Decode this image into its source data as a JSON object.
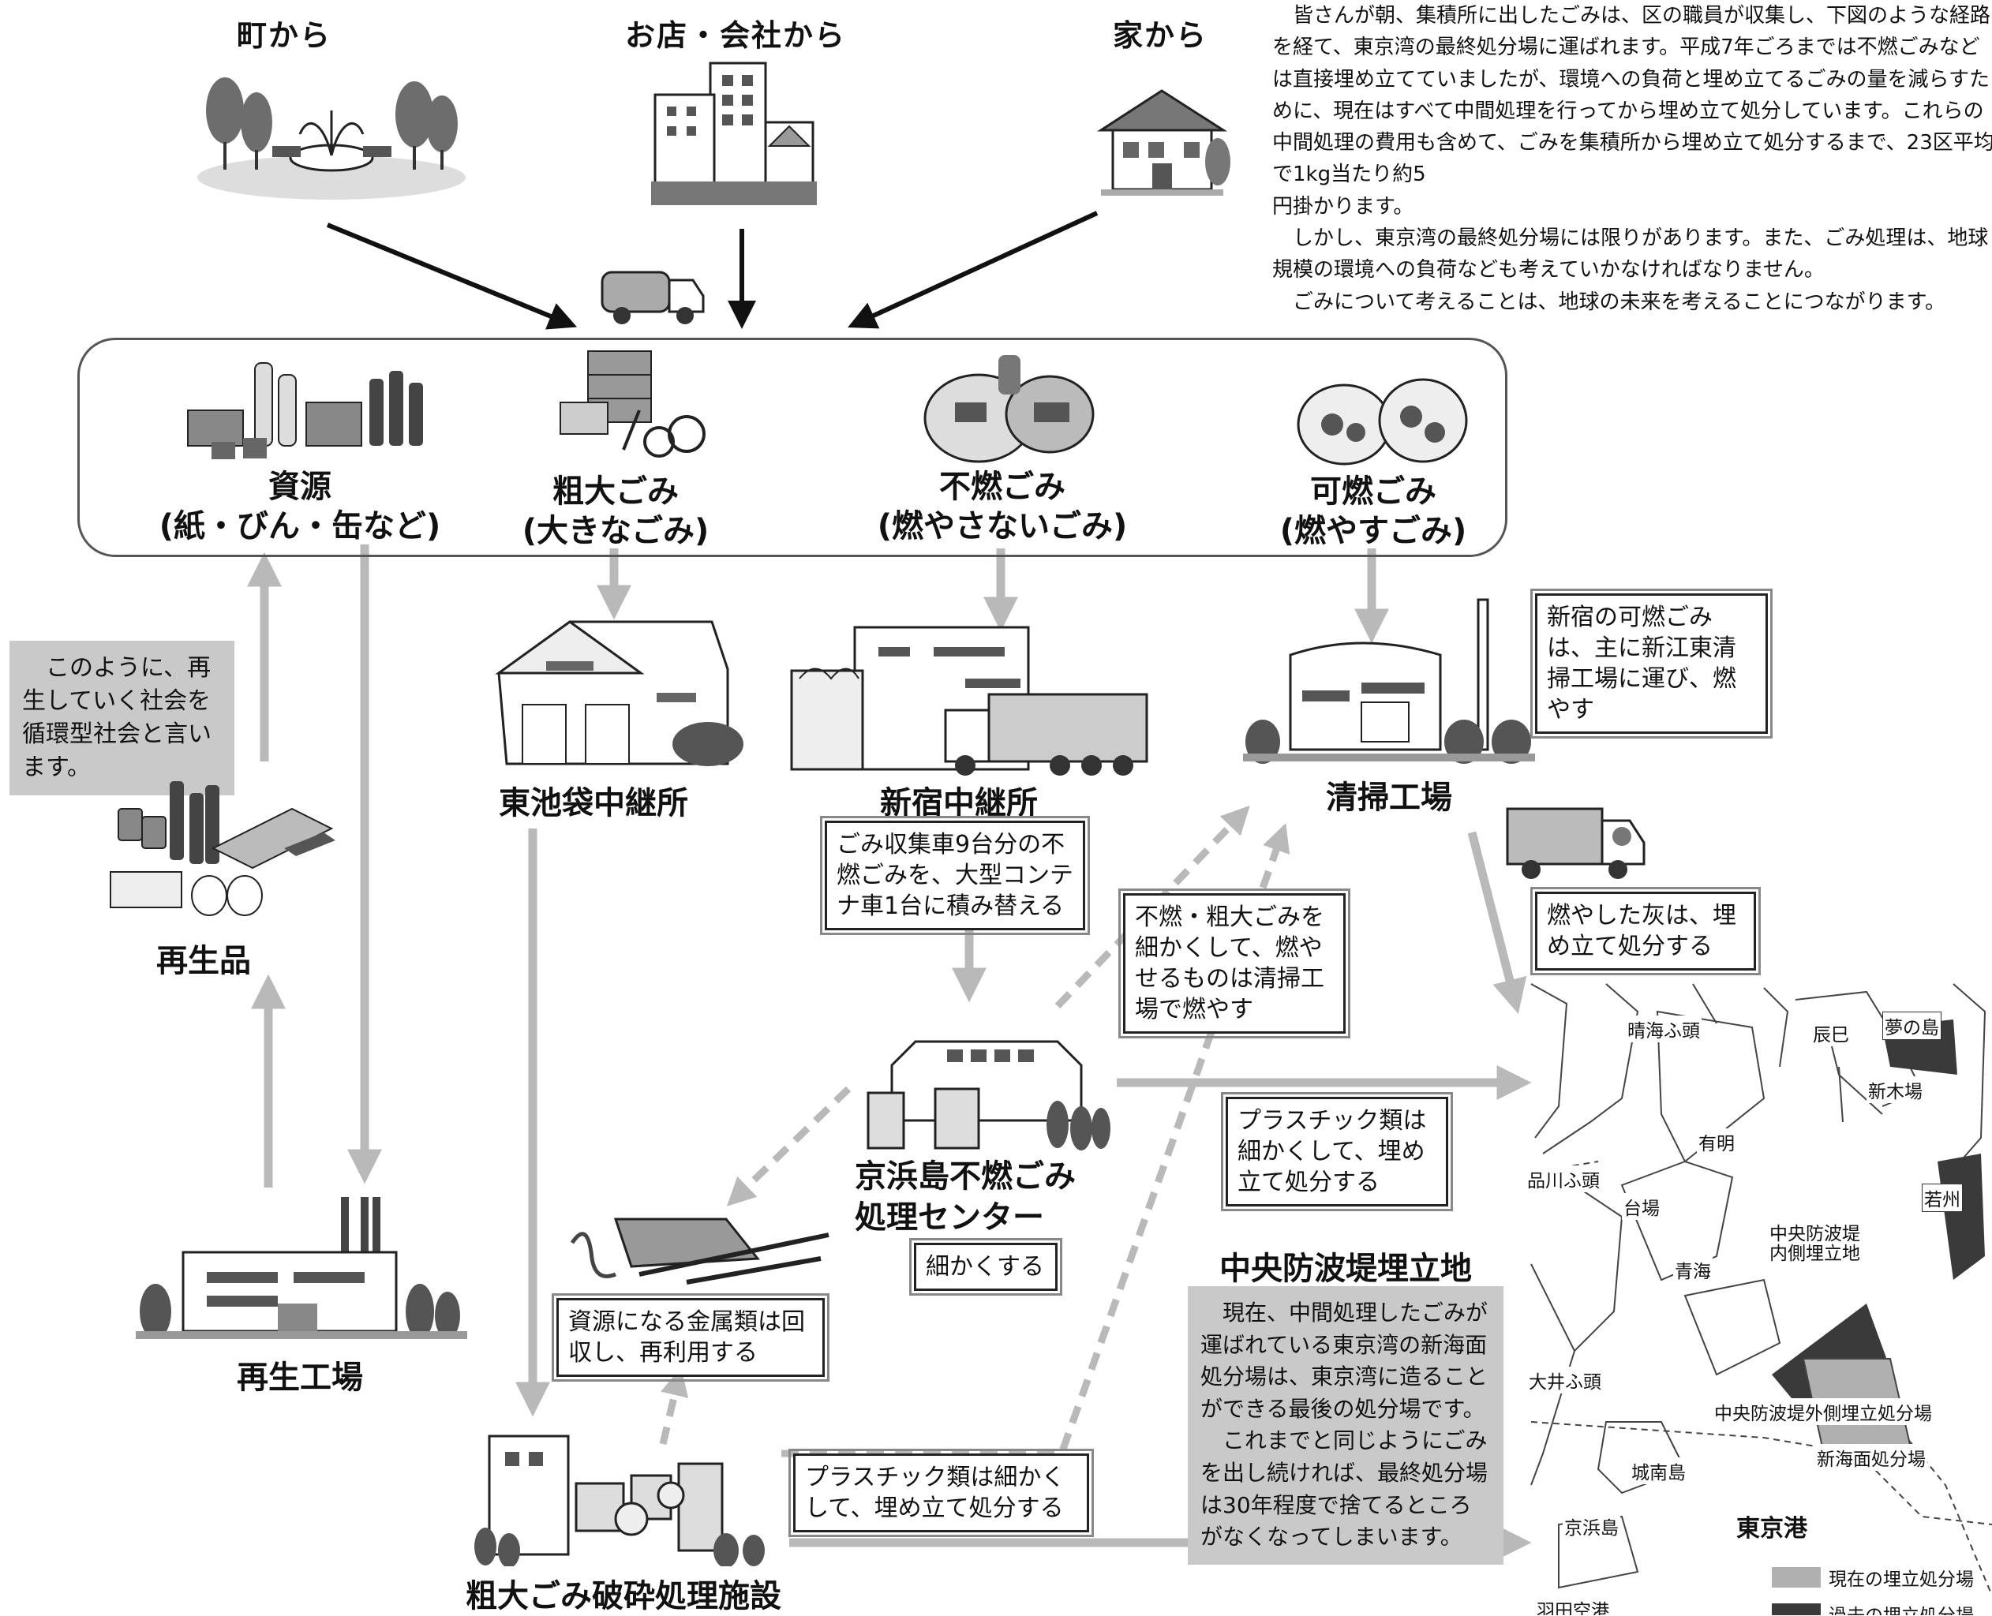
{
  "sources": {
    "town": "町から",
    "shops": "お店・会社から",
    "home": "家から"
  },
  "intro_paragraphs": [
    "皆さんが朝、集積所に出したごみは、区の職員が収集し、下図のような経路を経て、東京湾の最終処分場に運ばれます。平成7年ごろまでは不燃ごみなどは直接埋め立てていましたが、環境への負荷と埋め立てるごみの量を減らすために、現在はすべて中間処理を行ってから埋め立て処分しています。これらの中間処理の費用も含めて、ごみを集積所から埋め立て処分するまで、23区平均で1kg当たり約5",
    "円掛かります。",
    "しかし、東京湾の最終処分場には限りがあります。また、ごみ処理は、地球規模の環境への負荷なども考えていかなければなりません。",
    "ごみについて考えることは、地球の未来を考えることにつながります。"
  ],
  "categories": {
    "resources": {
      "title": "資源",
      "sub": "(紙・びん・缶など)"
    },
    "oversized": {
      "title": "粗大ごみ",
      "sub": "(大きなごみ)"
    },
    "nonburnable": {
      "title": "不燃ごみ",
      "sub": "(燃やさないごみ)"
    },
    "burnable": {
      "title": "可燃ごみ",
      "sub": "(燃やすごみ)"
    }
  },
  "facilities": {
    "higashi_ikebukuro": "東池袋中継所",
    "shinjuku_relay": "新宿中継所",
    "cleaning_plant": "清掃工場",
    "keihinjima_line1": "京浜島不燃ごみ",
    "keihinjima_line2": "処理センター",
    "crushing": "粗大ごみ破砕処理施設",
    "recycling_plant": "再生工場",
    "recycled_goods": "再生品"
  },
  "notes": {
    "circular": "このように、再生していく社会を循環型社会と言います。",
    "shinjuku_burnable": "新宿の可燃ごみは、主に新江東清掃工場に運び、燃やす",
    "container": "ごみ収集車9台分の不燃ごみを、大型コンテナ車1台に積み替える",
    "burn_residual": "不燃・粗大ごみを細かくして、燃やせるものは清掃工場で燃やす",
    "ash": "燃やした灰は、埋め立て処分する",
    "plastic_keihin": "プラスチック類は細かくして、埋め立て処分する",
    "shred": "細かくする",
    "metal": "資源になる金属類は回収し、再利用する",
    "plastic_crush": "プラスチック類は細かくして、埋め立て処分する"
  },
  "landfill": {
    "title": "中央防波堤埋立地",
    "paragraphs": [
      "現在、中間処理したごみが運ばれている東京湾の新海面処分場は、東京湾に造ることができる最後の処分場です。",
      "これまでと同じようにごみを出し続ければ、最終処分場は30年程度で捨てるところがなくなってしまいます。"
    ]
  },
  "map": {
    "labels": {
      "harumi": "晴海ふ頭",
      "tatsumi": "辰巳",
      "yumenoshima": "夢の島",
      "shinkiba": "新木場",
      "ariake": "有明",
      "shinagawa": "品川ふ頭",
      "daiba": "台場",
      "wakasu": "若州",
      "inner": "中央防波堤\n内側埋立地",
      "aomi": "青海",
      "oi": "大井ふ頭",
      "outer": "中央防波堤外側埋立処分場",
      "johnan": "城南島",
      "shinkaimen": "新海面処分場",
      "keihinjima": "京浜島",
      "tokyo_port": "東京港",
      "haneda": "羽田空港"
    },
    "legend": {
      "current": "現在の埋立処分場",
      "past": "過去の埋立処分場"
    },
    "colors": {
      "current": "#b0b0b0",
      "past": "#3a3a3a"
    }
  },
  "colors": {
    "arrow_gray": "#b9b9b9",
    "arrow_black": "#111111",
    "box_gray": "#c9c9c9"
  }
}
